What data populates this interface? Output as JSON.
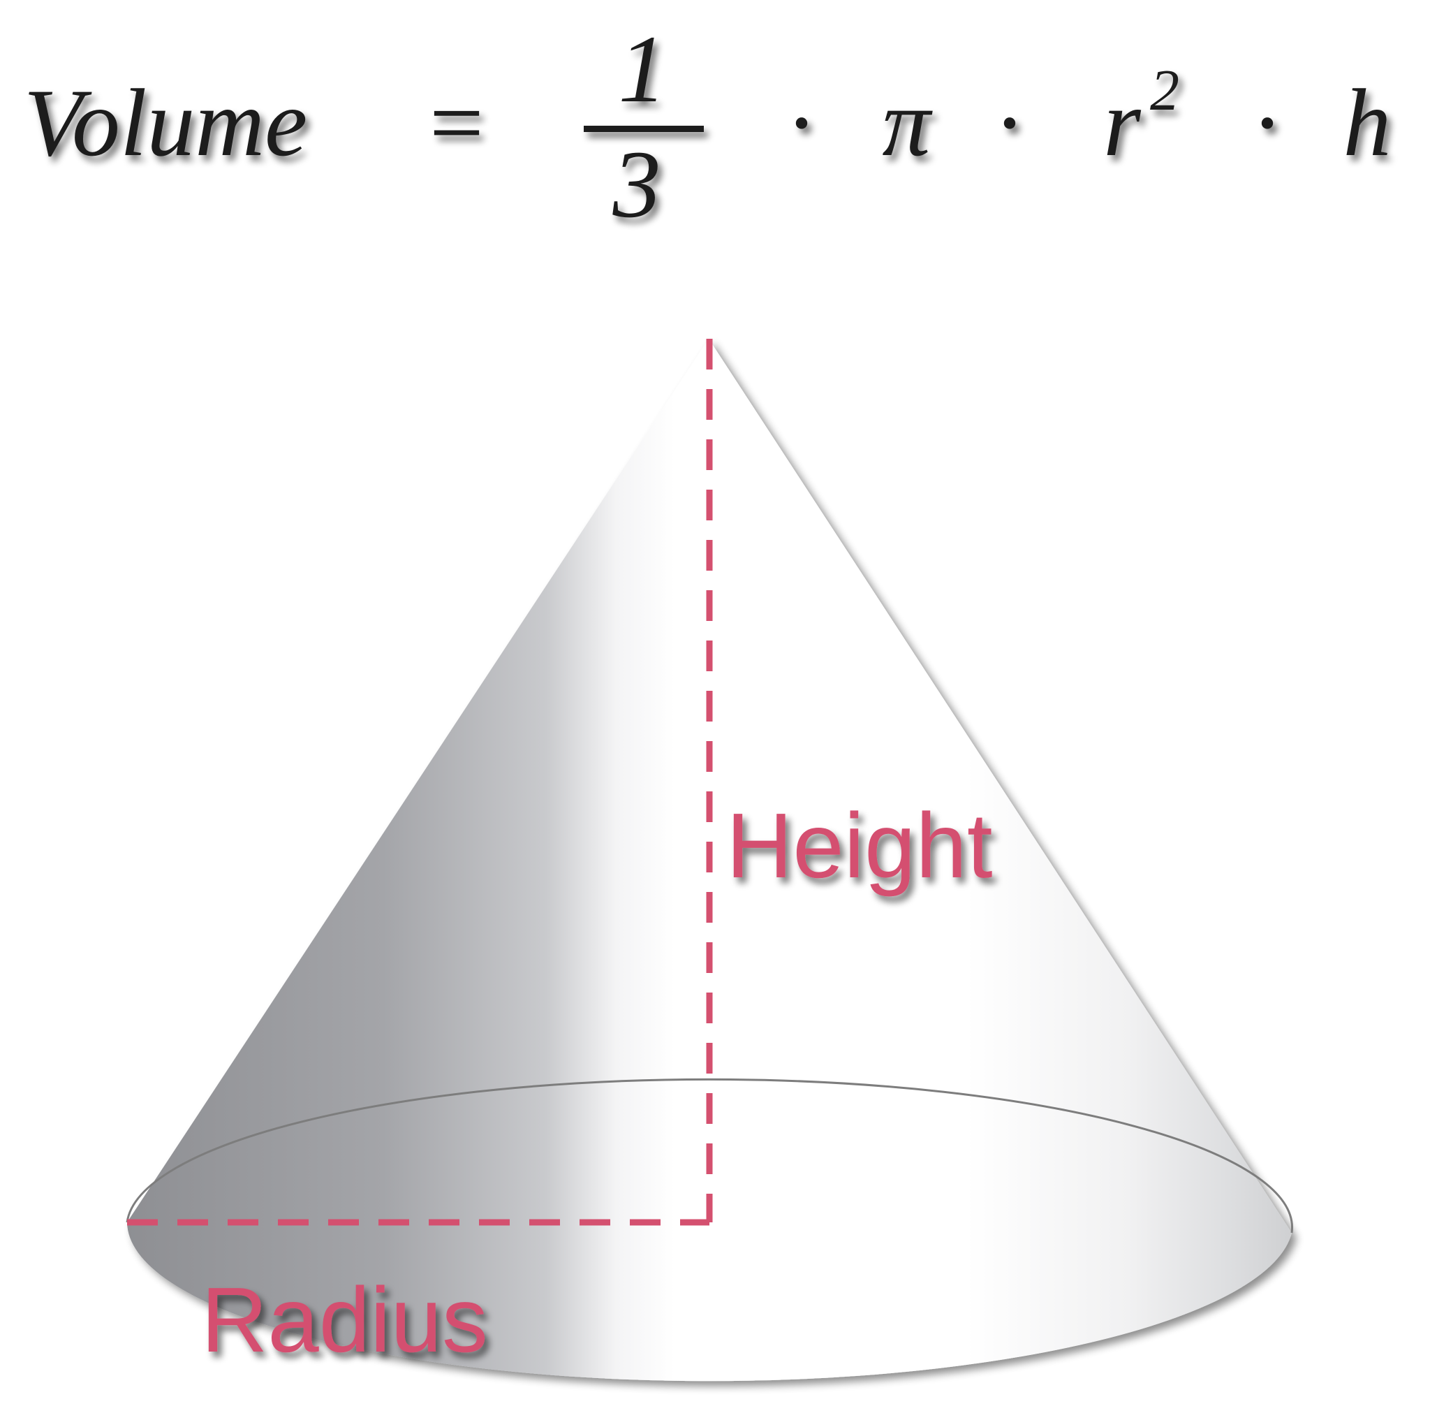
{
  "formula": {
    "lhs": "Volume",
    "equals": "=",
    "numerator": "1",
    "denominator": "3",
    "dot": "·",
    "pi": "π",
    "radius_symbol": "r",
    "exponent": "2",
    "height_symbol": "h"
  },
  "labels": {
    "height": "Height",
    "radius": "Radius"
  },
  "colors": {
    "accent": "#d4506f",
    "formula_text": "#1a1a1a",
    "cone_dark": "#8e8f93",
    "cone_light": "#ffffff",
    "base_outline": "#7d7d7d"
  }
}
